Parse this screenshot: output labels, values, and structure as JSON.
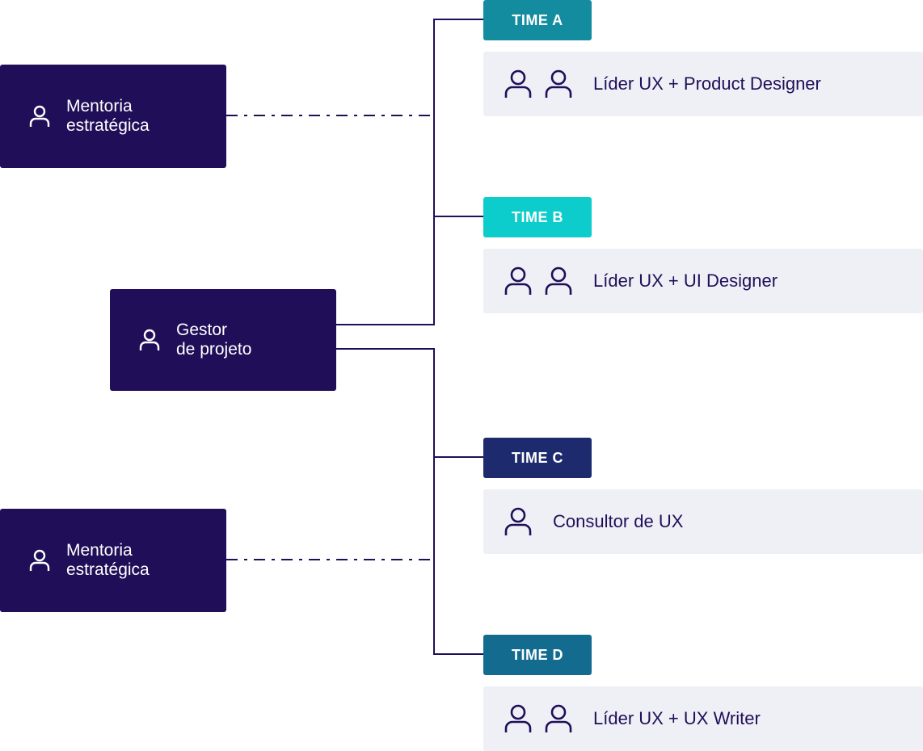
{
  "colors": {
    "navy": "#200e58",
    "team_a": "#128c9e",
    "team_b": "#0ccdcb",
    "team_c": "#1d2b6e",
    "team_d": "#136b90",
    "card_bg": "#eff0f6"
  },
  "mentors": [
    {
      "line1": "Mentoria",
      "line2": "estratégica",
      "icon": "person-icon"
    },
    {
      "line1": "Mentoria",
      "line2": "estratégica",
      "icon": "person-icon"
    }
  ],
  "manager": {
    "line1": "Gestor",
    "line2": "de projeto",
    "icon": "person-icon"
  },
  "teams": [
    {
      "tag": "TIME A",
      "members": "Líder UX + Product Designer",
      "people": 2
    },
    {
      "tag": "TIME B",
      "members": "Líder UX + UI Designer",
      "people": 2
    },
    {
      "tag": "TIME C",
      "members": "Consultor de UX",
      "people": 1
    },
    {
      "tag": "TIME D",
      "members": "Líder UX + UX Writer",
      "people": 2
    }
  ]
}
